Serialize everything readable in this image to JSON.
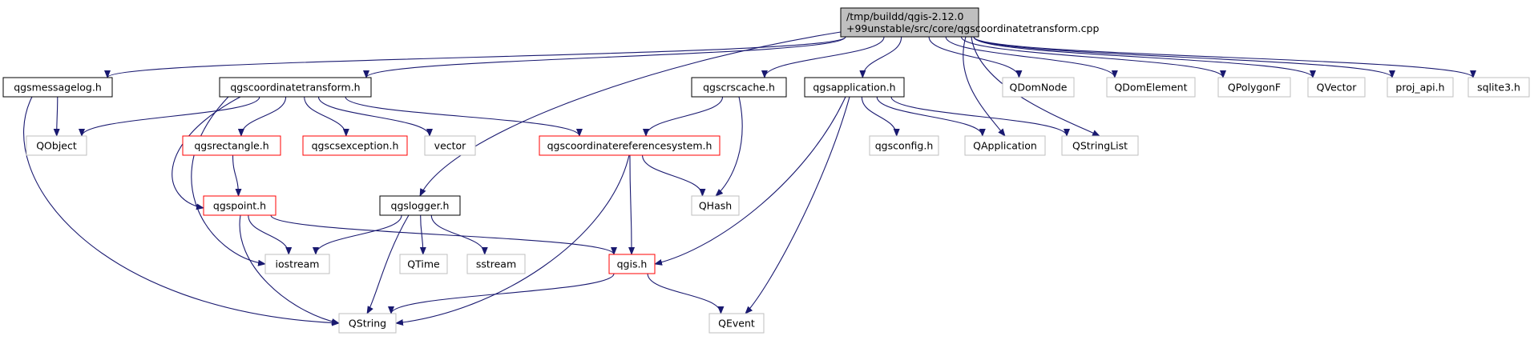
{
  "nodes": {
    "root": {
      "lines": [
        "/tmp/buildd/qgis-2.12.0",
        "+99unstable/src/core/qgscoordinatetransform.cpp"
      ],
      "style": "root"
    },
    "qgsmessagelog": {
      "lines": [
        "qgsmessagelog.h"
      ],
      "style": "black"
    },
    "qgscoordinatetransform": {
      "lines": [
        "qgscoordinatetransform.h"
      ],
      "style": "black"
    },
    "qgscrscache": {
      "lines": [
        "qgscrscache.h"
      ],
      "style": "black"
    },
    "qgsapplication": {
      "lines": [
        "qgsapplication.h"
      ],
      "style": "black"
    },
    "QDomNode": {
      "lines": [
        "QDomNode"
      ],
      "style": "gray"
    },
    "QDomElement": {
      "lines": [
        "QDomElement"
      ],
      "style": "gray"
    },
    "QPolygonF": {
      "lines": [
        "QPolygonF"
      ],
      "style": "gray"
    },
    "QVector": {
      "lines": [
        "QVector"
      ],
      "style": "gray"
    },
    "proj_api": {
      "lines": [
        "proj_api.h"
      ],
      "style": "gray"
    },
    "sqlite3": {
      "lines": [
        "sqlite3.h"
      ],
      "style": "gray"
    },
    "QObject": {
      "lines": [
        "QObject"
      ],
      "style": "gray"
    },
    "qgsrectangle": {
      "lines": [
        "qgsrectangle.h"
      ],
      "style": "red"
    },
    "qgscsexception": {
      "lines": [
        "qgscsexception.h"
      ],
      "style": "red"
    },
    "vector": {
      "lines": [
        "vector"
      ],
      "style": "gray"
    },
    "qgscoordinatereferencesystem": {
      "lines": [
        "qgscoordinatereferencesystem.h"
      ],
      "style": "red"
    },
    "qgsconfig": {
      "lines": [
        "qgsconfig.h"
      ],
      "style": "gray"
    },
    "QApplication": {
      "lines": [
        "QApplication"
      ],
      "style": "gray"
    },
    "QStringList": {
      "lines": [
        "QStringList"
      ],
      "style": "gray"
    },
    "qgspoint": {
      "lines": [
        "qgspoint.h"
      ],
      "style": "red"
    },
    "qgslogger": {
      "lines": [
        "qgslogger.h"
      ],
      "style": "black"
    },
    "QHash": {
      "lines": [
        "QHash"
      ],
      "style": "gray"
    },
    "iostream": {
      "lines": [
        "iostream"
      ],
      "style": "gray"
    },
    "QTime": {
      "lines": [
        "QTime"
      ],
      "style": "gray"
    },
    "sstream": {
      "lines": [
        "sstream"
      ],
      "style": "gray"
    },
    "qgis": {
      "lines": [
        "qgis.h"
      ],
      "style": "red"
    },
    "QString": {
      "lines": [
        "QString"
      ],
      "style": "gray"
    },
    "QEvent": {
      "lines": [
        "QEvent"
      ],
      "style": "gray"
    }
  },
  "edges": [
    [
      "root",
      "qgsmessagelog"
    ],
    [
      "root",
      "qgscoordinatetransform"
    ],
    [
      "root",
      "qgscrscache"
    ],
    [
      "root",
      "qgsapplication"
    ],
    [
      "root",
      "QDomNode"
    ],
    [
      "root",
      "QDomElement"
    ],
    [
      "root",
      "QPolygonF"
    ],
    [
      "root",
      "QVector"
    ],
    [
      "root",
      "proj_api"
    ],
    [
      "root",
      "sqlite3"
    ],
    [
      "root",
      "qgslogger"
    ],
    [
      "root",
      "QApplication"
    ],
    [
      "root",
      "QStringList"
    ],
    [
      "qgsmessagelog",
      "QObject"
    ],
    [
      "qgsmessagelog",
      "QString"
    ],
    [
      "qgscoordinatetransform",
      "QObject"
    ],
    [
      "qgscoordinatetransform",
      "qgsrectangle"
    ],
    [
      "qgscoordinatetransform",
      "qgscsexception"
    ],
    [
      "qgscoordinatetransform",
      "vector"
    ],
    [
      "qgscoordinatetransform",
      "qgscoordinatereferencesystem"
    ],
    [
      "qgscoordinatetransform",
      "qgspoint"
    ],
    [
      "qgscoordinatetransform",
      "iostream"
    ],
    [
      "qgscrscache",
      "qgscoordinatereferencesystem"
    ],
    [
      "qgscrscache",
      "QHash"
    ],
    [
      "qgsapplication",
      "qgsconfig"
    ],
    [
      "qgsapplication",
      "QApplication"
    ],
    [
      "qgsapplication",
      "QStringList"
    ],
    [
      "qgsapplication",
      "qgis"
    ],
    [
      "qgsapplication",
      "QEvent"
    ],
    [
      "qgsrectangle",
      "qgspoint"
    ],
    [
      "qgscoordinatereferencesystem",
      "QHash"
    ],
    [
      "qgscoordinatereferencesystem",
      "qgis"
    ],
    [
      "qgscoordinatereferencesystem",
      "QString"
    ],
    [
      "qgspoint",
      "iostream"
    ],
    [
      "qgspoint",
      "qgis"
    ],
    [
      "qgspoint",
      "QString"
    ],
    [
      "qgslogger",
      "iostream"
    ],
    [
      "qgslogger",
      "QTime"
    ],
    [
      "qgslogger",
      "sstream"
    ],
    [
      "qgslogger",
      "QString"
    ],
    [
      "qgis",
      "QString"
    ],
    [
      "qgis",
      "QEvent"
    ]
  ],
  "colors": {
    "edge": "#191970",
    "root_fill": "#bfbfbf",
    "root_border": "#000000",
    "black_border": "#000000",
    "red_border": "#ff0000",
    "gray_border": "#bfbfbf",
    "box_fill": "#ffffff"
  }
}
